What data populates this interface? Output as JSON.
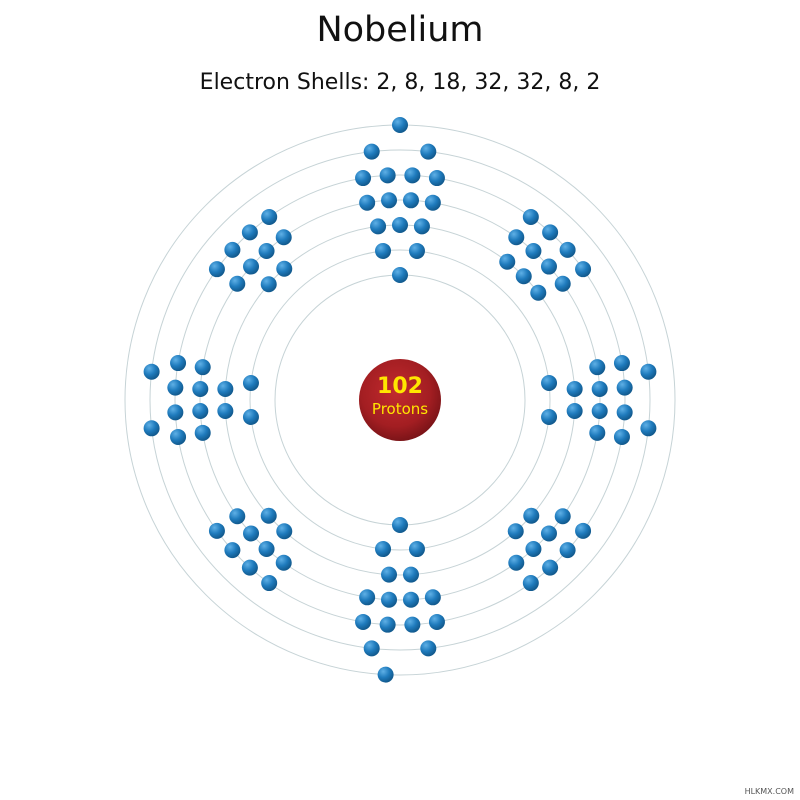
{
  "element": {
    "name": "Nobelium",
    "shells_label": "Electron Shells: 2, 8, 18, 32, 32, 8, 2",
    "shells": [
      2,
      8,
      18,
      32,
      32,
      8,
      2
    ]
  },
  "nucleus": {
    "count": "102",
    "label": "Protons"
  },
  "watermark": "HLKMX.COM",
  "colors": {
    "electron": "#1f7bbd",
    "nucleus": "#a31e22",
    "nucleus_text": "#ffe600",
    "orbit": "#c6d3d6"
  }
}
